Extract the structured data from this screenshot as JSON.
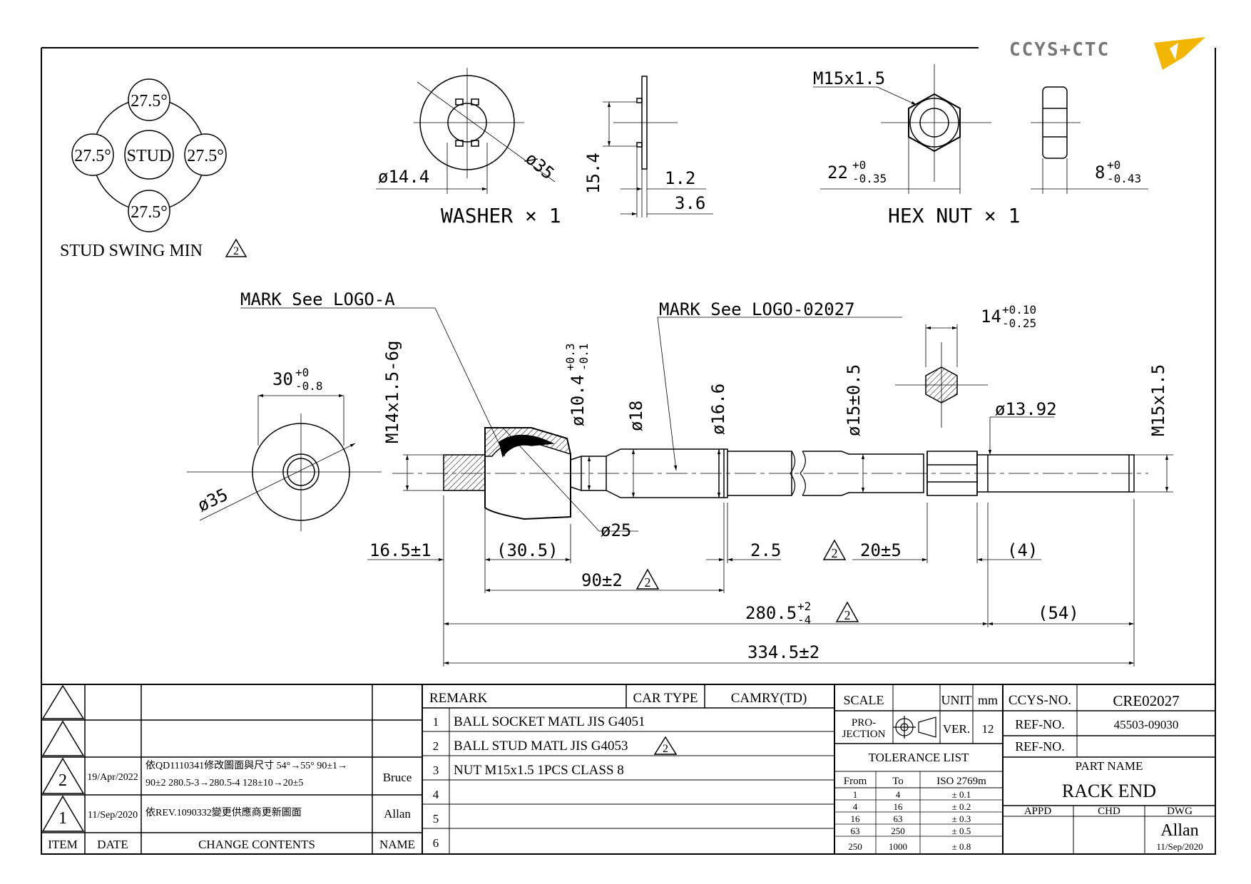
{
  "logo": {
    "text": "CCYS+CTC"
  },
  "stud_swing": {
    "angle_top": "27.5°",
    "angle_left": "27.5°",
    "angle_right": "27.5°",
    "angle_bottom": "27.5°",
    "center": "STUD",
    "caption": "STUD SWING MIN",
    "rev": "2"
  },
  "washer": {
    "title": "WASHER × 1",
    "d_inner": "ø14.4",
    "d_outer": "ø35",
    "height": "15.4",
    "thick1": "1.2",
    "thick2": "3.6"
  },
  "hex_nut": {
    "title": "HEX NUT × 1",
    "thread": "M15x1.5",
    "across_main": "22",
    "across_up": "+0",
    "across_lo": "-0.35",
    "thick_main": "8",
    "thick_up": "+0",
    "thick_lo": "-0.43"
  },
  "main": {
    "mark_a": "MARK See LOGO-A",
    "mark_b": "MARK See LOGO-02027",
    "end_width_main": "30",
    "end_width_up": "+0",
    "end_width_lo": "-0.8",
    "end_dia": "ø35",
    "thread_left": "M14x1.5-6g",
    "neck_main": "ø10.4",
    "neck_up": "+0.3",
    "neck_lo": "-0.1",
    "d18": "ø18",
    "d166": "ø16.6",
    "d15": "ø15±0.5",
    "hex_main": "14",
    "hex_up": "+0.10",
    "hex_lo": "-0.25",
    "d1392": "ø13.92",
    "thread_right": "M15x1.5",
    "d25": "ø25",
    "dim_165": "16.5±1",
    "dim_305": "(30.5)",
    "dim_25": "2.5",
    "dim_205": "20±5",
    "dim_4": "(4)",
    "dim_90": "90±2",
    "dim_2805_main": "280.5",
    "dim_2805_up": "+2",
    "dim_2805_lo": "-4",
    "dim_54": "(54)",
    "dim_3345": "334.5±2",
    "rev": "2"
  },
  "rev_table": {
    "headers": {
      "item": "ITEM",
      "date": "DATE",
      "contents": "CHANGE CONTENTS",
      "name": "NAME"
    },
    "rows": [
      {
        "item": "",
        "date": "",
        "contents": "",
        "contents2": "",
        "name": ""
      },
      {
        "item": "",
        "date": "",
        "contents": "",
        "contents2": "",
        "name": ""
      },
      {
        "item": "2",
        "date": "19/Apr/2022",
        "contents": "依QD1110341修改圖面與尺寸 54°→55°  90±1→",
        "contents2": "90±2  280.5-3→280.5-4  128±10→20±5",
        "name": "Bruce"
      },
      {
        "item": "1",
        "date": "11/Sep/2020",
        "contents": "依REV.1090332變更供應商更新圖面",
        "contents2": "",
        "name": "Allan"
      }
    ]
  },
  "remark": {
    "label": "REMARK",
    "car_type_label": "CAR TYPE",
    "car_type": "CAMRY(TD)",
    "items": [
      {
        "no": "1",
        "text": "BALL SOCKET MATL JIS G4051"
      },
      {
        "no": "2",
        "text": "BALL STUD MATL JIS G4053"
      },
      {
        "no": "3",
        "text": "NUT M15x1.5 1PCS CLASS 8"
      },
      {
        "no": "4",
        "text": ""
      },
      {
        "no": "5",
        "text": ""
      },
      {
        "no": "6",
        "text": ""
      }
    ]
  },
  "title_block": {
    "scale_label": "SCALE",
    "unit_label": "UNIT",
    "unit": "mm",
    "projection_label": "PRO-\nJECTION",
    "ver_label": "VER.",
    "ver": "12",
    "tolerance_title": "TOLERANCE LIST",
    "tol_headers": [
      "From",
      "To",
      "ISO 2769m"
    ],
    "tol_rows": [
      [
        "1",
        "4",
        "± 0.1"
      ],
      [
        "4",
        "16",
        "± 0.2"
      ],
      [
        "16",
        "63",
        "± 0.3"
      ],
      [
        "63",
        "250",
        "± 0.5"
      ],
      [
        "250",
        "1000",
        "± 0.8"
      ]
    ],
    "ccys_label": "CCYS-NO.",
    "ccys_no": "CRE02027",
    "ref_label": "REF-NO.",
    "ref_no": "45503-09030",
    "ref_label2": "REF-NO.",
    "ref_no2": "",
    "part_name_label": "PART NAME",
    "part_name": "RACK END",
    "appd": "APPD",
    "chd": "CHD",
    "dwg": "DWG",
    "drawer": "Allan",
    "draw_date": "11/Sep/2020"
  }
}
